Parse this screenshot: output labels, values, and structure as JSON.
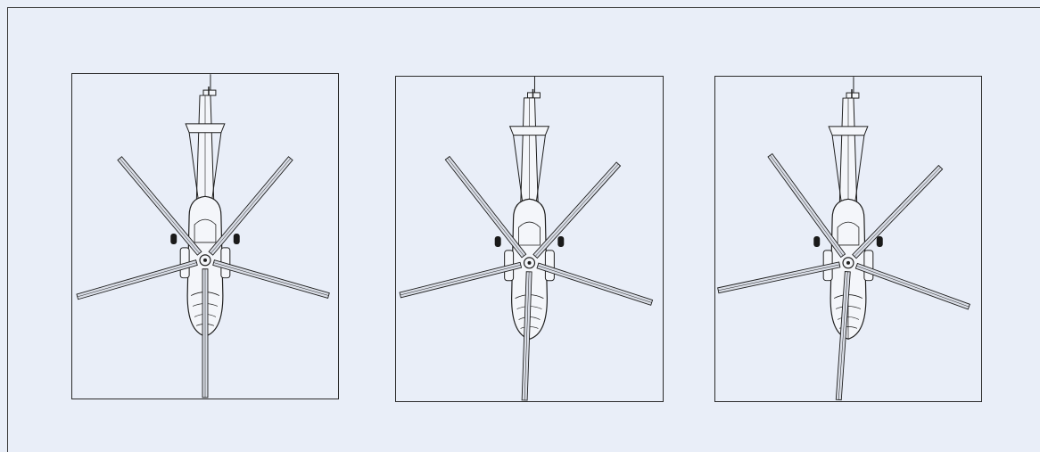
{
  "figure": {
    "description_visible_text": [],
    "panels": [
      {
        "id": "panel-1",
        "rotor_angle_offset_deg": 0
      },
      {
        "id": "panel-2",
        "rotor_angle_offset_deg": 2
      },
      {
        "id": "panel-3",
        "rotor_angle_offset_deg": 4
      }
    ],
    "colors": {
      "background": "#e9eef8",
      "panel_fill": "#e9eef8",
      "line": "#1f1f1f",
      "blade_fill": "#d9dde6",
      "body_fill": "#f4f6fa",
      "wheel": "#1a1a1a"
    }
  }
}
